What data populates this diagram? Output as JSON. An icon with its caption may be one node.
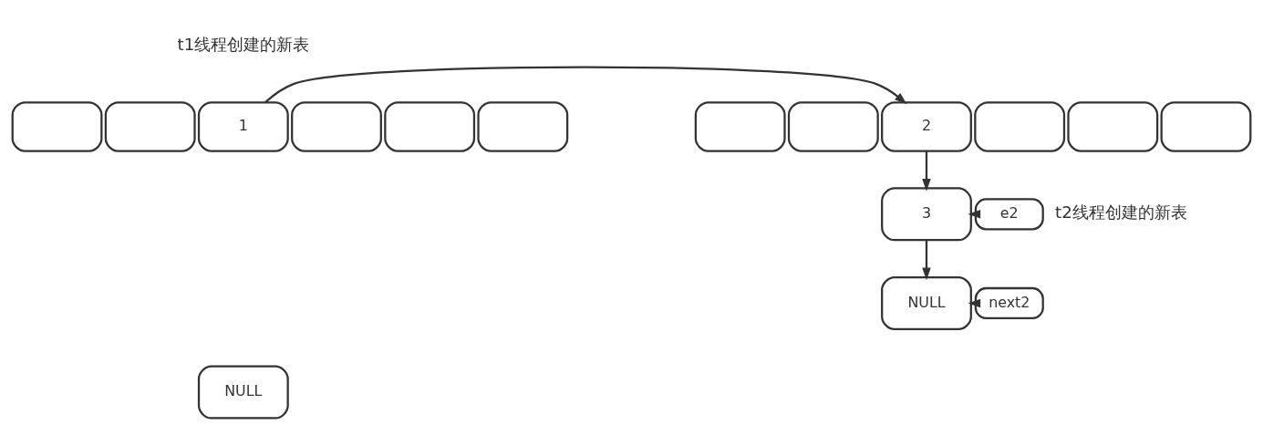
{
  "diagram": {
    "nodes": [
      {
        "text": [],
        "shape": "box"
      },
      {
        "text": [],
        "shape": "box"
      },
      {
        "text": [
          "1"
        ]
      },
      {
        "text": [],
        "shape": "box"
      },
      {
        "text": [],
        "shape": "box"
      },
      {
        "text": [],
        "shape": "box"
      },
      {
        "text": [],
        "shape": "box"
      },
      {
        "text": [],
        "shape": "box"
      },
      {
        "text": [
          "2"
        ]
      },
      {
        "text": [],
        "shape": "box"
      },
      {
        "text": [],
        "shape": "box"
      },
      {
        "text": [],
        "shape": "box"
      },
      {
        "text": [
          "3"
        ]
      },
      {
        "text": [
          "e2"
        ]
      },
      {
        "text": [
          "NULL"
        ]
      },
      {
        "text": [
          "next2"
        ]
      },
      {
        "text": [
          "NULL"
        ]
      }
    ],
    "edges": [
      {
        "from": 2,
        "to": 8,
        "arrow": "to"
      },
      {
        "from": 8,
        "to": 12,
        "arrow": "to"
      },
      {
        "from": 13,
        "to": 12,
        "arrow": "to"
      },
      {
        "from": 12,
        "to": 14,
        "arrow": "to"
      },
      {
        "from": 15,
        "to": 14,
        "arrow": "to"
      }
    ],
    "labels": [
      "t1线程创建的新表",
      "t2线程创建的新表"
    ]
  }
}
